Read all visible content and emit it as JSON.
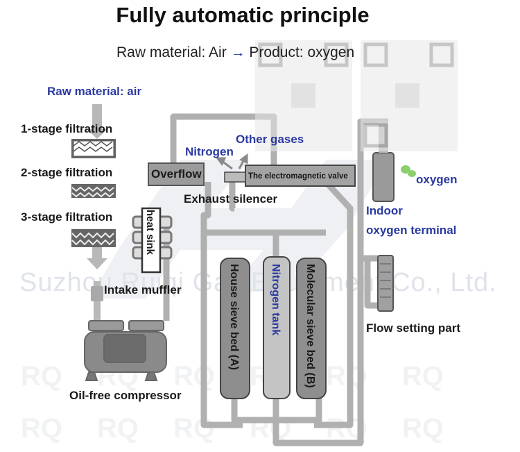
{
  "title": "Fully automatic principle",
  "subtitle": {
    "raw": "Raw material: Air",
    "arrow": "→",
    "product": "Product: oxygen"
  },
  "diagram": {
    "raw_material": "Raw material: air",
    "stage1": "1-stage filtration",
    "stage2": "2-stage filtration",
    "stage3": "3-stage filtration",
    "heat_sink": "heat sink",
    "overflow": "Overflow",
    "nitrogen": "Nitrogen",
    "other_gases": "Other gases",
    "valve": "The electromagnetic valve",
    "exhaust": "Exhaust silencer",
    "oxygen": "oxygen",
    "indoor1": "Indoor",
    "indoor2": "oxygen terminal",
    "bed_a": "House sieve bed (A)",
    "n_tank": "Nitrogen tank",
    "bed_b": "Molecular sieve bed (B)",
    "intake": "Intake muffler",
    "flow": "Flow setting part",
    "compressor": "Oil-free compressor"
  },
  "watermark": "Suzhou Ruiqi Gas Equipment Co., Ltd.",
  "colors": {
    "accent_blue": "#2b3aa0",
    "pipe": "#b3b3b3",
    "component": "#9a9a9a"
  }
}
